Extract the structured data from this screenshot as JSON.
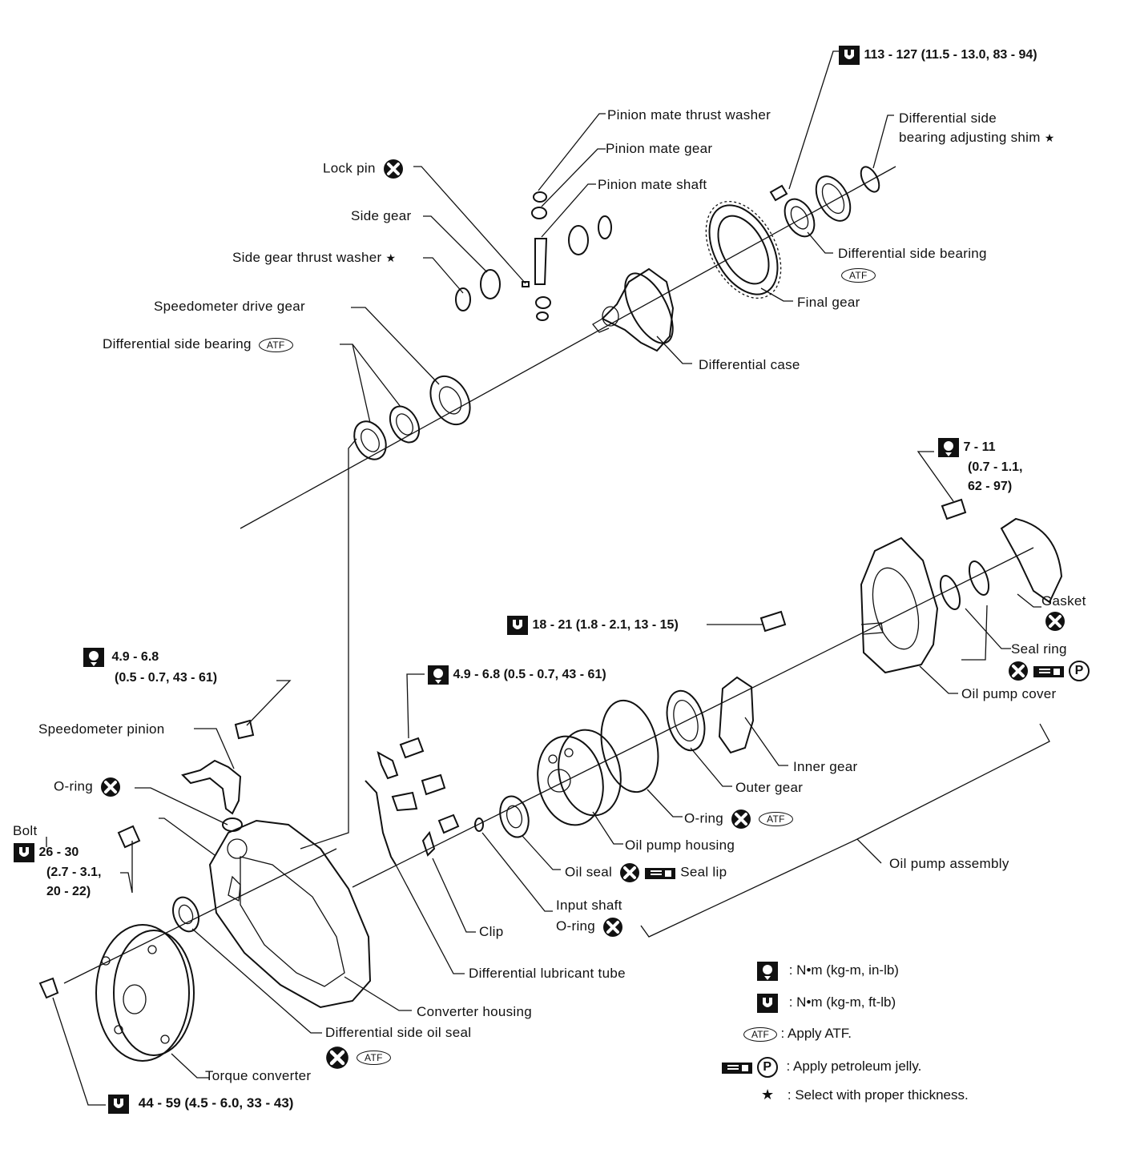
{
  "labels": {
    "torque_top": "113 - 127 (11.5 - 13.0, 83 - 94)",
    "pinion_mate_thrust_washer": "Pinion mate thrust washer",
    "pinion_mate_gear": "Pinion mate gear",
    "pinion_mate_shaft": "Pinion mate shaft",
    "lock_pin": "Lock pin",
    "side_gear": "Side gear",
    "side_gear_thrust_washer": "Side gear thrust washer",
    "speedometer_drive_gear": "Speedometer drive gear",
    "differential_side_bearing_left": "Differential side bearing",
    "diff_side_bearing_shim_line1": "Differential side",
    "diff_side_bearing_shim_line2": "bearing adjusting shim",
    "differential_side_bearing_right": "Differential side bearing",
    "final_gear": "Final gear",
    "differential_case": "Differential case",
    "torque_7_11_line1": "7 - 11",
    "torque_7_11_line2": "(0.7 - 1.1,",
    "torque_7_11_line3": "62 - 97)",
    "gasket": "Gasket",
    "torque_18_21": "18 - 21 (1.8 - 2.1, 13 - 15)",
    "seal_ring": "Seal ring",
    "oil_pump_cover": "Oil pump cover",
    "torque_49_68_mid": "4.9 - 6.8 (0.5 - 0.7, 43 - 61)",
    "torque_49_68_left_line1": "4.9  -  6.8",
    "torque_49_68_left_line2": "(0.5  -  0.7,  43  -  61)",
    "speedometer_pinion": "Speedometer pinion",
    "o_ring_left": "O-ring",
    "bolt": "Bolt",
    "torque_26_30_line1": "26 - 30",
    "torque_26_30_line2": "(2.7 - 3.1,",
    "torque_26_30_line3": "20 - 22)",
    "inner_gear": "Inner gear",
    "outer_gear": "Outer gear",
    "o_ring_pump": "O-ring",
    "oil_pump_housing": "Oil pump housing",
    "oil_seal": "Oil seal",
    "seal_lip": "Seal lip",
    "oil_pump_assembly": "Oil pump assembly",
    "input_shaft_line1": "Input shaft",
    "input_shaft_line2": "O-ring",
    "clip": "Clip",
    "differential_lubricant_tube": "Differential lubricant tube",
    "converter_housing": "Converter housing",
    "differential_side_oil_seal": "Differential side oil seal",
    "torque_converter": "Torque converter",
    "torque_44_59": "44  -  59  (4.5  -  6.0,  33  -  43)",
    "atf": "ATF"
  },
  "legend": {
    "items": [
      {
        "icon": "torque-in-lb-icon",
        "text": ":  N•m  (kg-m,  in-lb)"
      },
      {
        "icon": "torque-ft-lb-icon",
        "text": ":  N•m  (kg-m,  ft-lb)"
      },
      {
        "icon": "atf-icon",
        "symbol": "ATF",
        "text": ":  Apply  ATF."
      },
      {
        "icon": "petroleum-jelly-icon",
        "symbol": "P",
        "text": ":  Apply  petroleum  jelly."
      },
      {
        "icon": "star-icon",
        "symbol": "★",
        "text": ":  Select  with  proper  thickness."
      }
    ]
  },
  "symbols": {
    "star": "★",
    "petroleum": "P"
  }
}
